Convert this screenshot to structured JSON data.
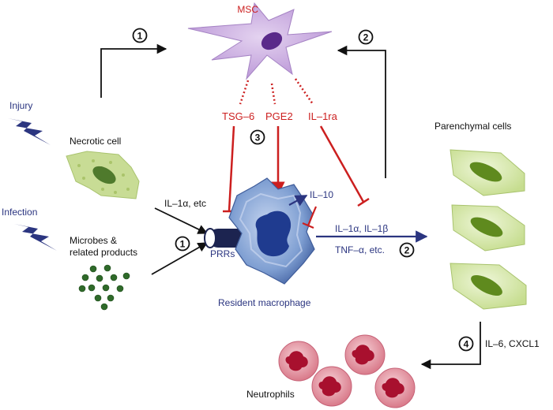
{
  "labels": {
    "msc": "MSC",
    "injury": "Injury",
    "infection": "Infection",
    "necrotic_cell": "Necrotic cell",
    "microbes_line1": "Microbes &",
    "microbes_line2": "related products",
    "prrs": "PRRs",
    "resident_macrophage": "Resident macrophage",
    "parenchymal_cells": "Parenchymal cells",
    "neutrophils": "Neutrophils",
    "tsg6": "TSG–6",
    "pge2": "PGE2",
    "il1ra": "IL–1ra",
    "il10": "IL–10",
    "il1a_etc": "IL–1α, etc",
    "il1a_il1b": "IL–1α, IL–1β",
    "tnfa_etc": "TNF–α, etc.",
    "il6_cxcl1": "IL–6, CXCL1"
  },
  "steps": {
    "one": "1",
    "two": "2",
    "three": "3",
    "four": "4"
  },
  "colors": {
    "red": "#cc1f1f",
    "navy": "#2b3580",
    "black": "#111111",
    "msc_fill": "#c6a9dc",
    "macrophage_fill": "#8fa9d6",
    "parenchymal_fill": "#d7e8b0",
    "necrotic_fill": "#c8dc95",
    "microbe_fill": "#2f6a2a",
    "neutrophil_fill": "#e8a0ac"
  }
}
